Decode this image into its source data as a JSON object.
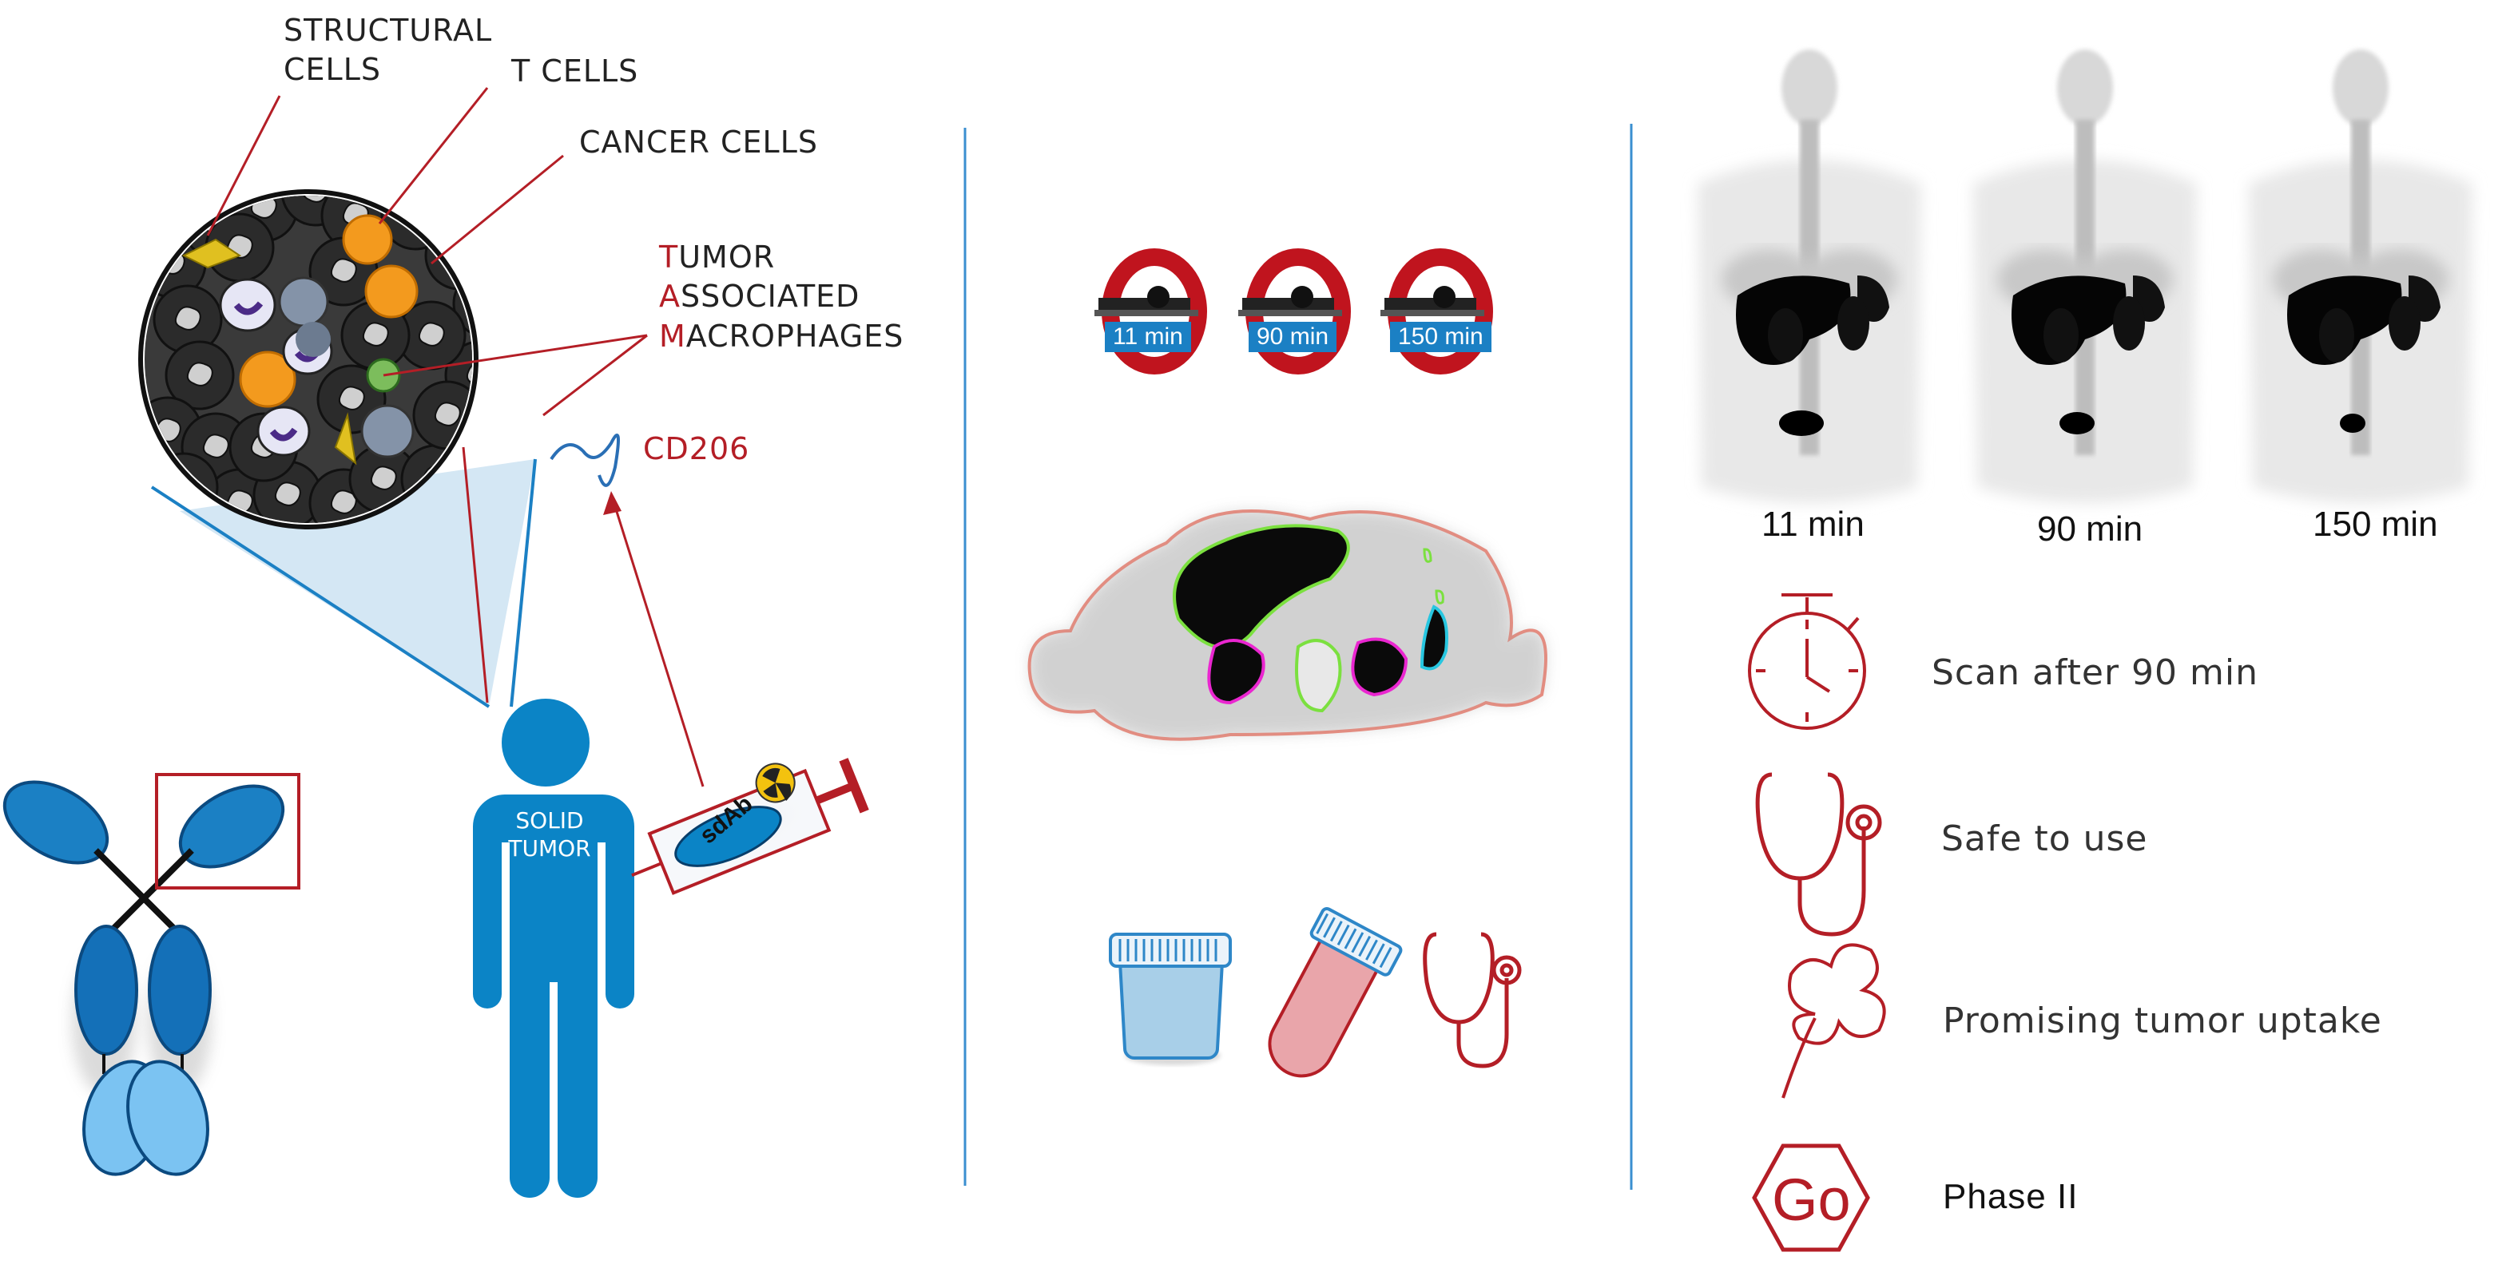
{
  "left_panel": {
    "labels": {
      "structural_cells": "STRUCTURAL\nCELLS",
      "t_cells": "T CELLS",
      "cancer_cells": "CANCER CELLS",
      "tam_line1_first": "T",
      "tam_line1_rest": "UMOR",
      "tam_line2_first": "A",
      "tam_line2_rest": "SSOCIATED",
      "tam_line3_first": "M",
      "tam_line3_rest": "ACROPHAGES",
      "cd206": "CD206",
      "solid_tumor": "SOLID\nTUMOR",
      "sdab": "sdAb"
    }
  },
  "middle_panel": {
    "timepoints": [
      "11 min",
      "90 min",
      "150 min"
    ]
  },
  "right_panel": {
    "pet_labels": [
      "11 min",
      "90 min",
      "150 min"
    ],
    "features": [
      {
        "icon": "stopwatch-icon",
        "text": "Scan after 90 min"
      },
      {
        "icon": "stethoscope-icon",
        "text": "Safe to use"
      },
      {
        "icon": "clover-icon",
        "text": "Promising tumor uptake"
      },
      {
        "icon": "go-sign-icon",
        "text": "Phase II",
        "badge": "Go"
      }
    ]
  },
  "colors": {
    "accent_red": "#b41e26",
    "blue_primary": "#0b84c6",
    "divider_blue": "#3a8fd0"
  }
}
